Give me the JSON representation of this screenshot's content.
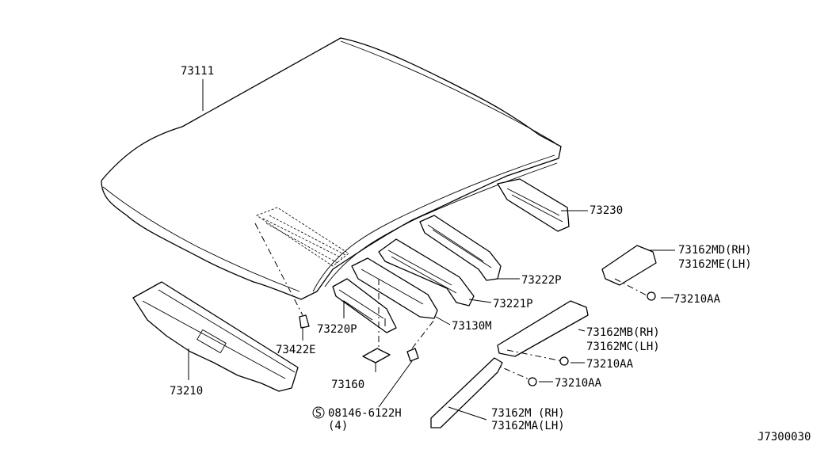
{
  "labels": {
    "p73111": "73111",
    "p73230": "73230",
    "p73162MD": "73162MD(RH)",
    "p73162ME": "73162ME(LH)",
    "p73210AA_a": "73210AA",
    "p73222P": "73222P",
    "p73221P": "73221P",
    "p73130M": "73130M",
    "p73220P": "73220P",
    "p73422E": "73422E",
    "p73162MB": "73162MB(RH)",
    "p73162MC": "73162MC(LH)",
    "p73210AA_b": "73210AA",
    "p73210AA_c": "73210AA",
    "p73210": "73210",
    "p73160": "73160",
    "bolt": "08146-6122H",
    "bolt_qty": "(4)",
    "bolt_symbol": "S",
    "p73162M": "73162M (RH)",
    "p73162MA": "73162MA(LH)"
  },
  "diagram_code": "J7300030"
}
